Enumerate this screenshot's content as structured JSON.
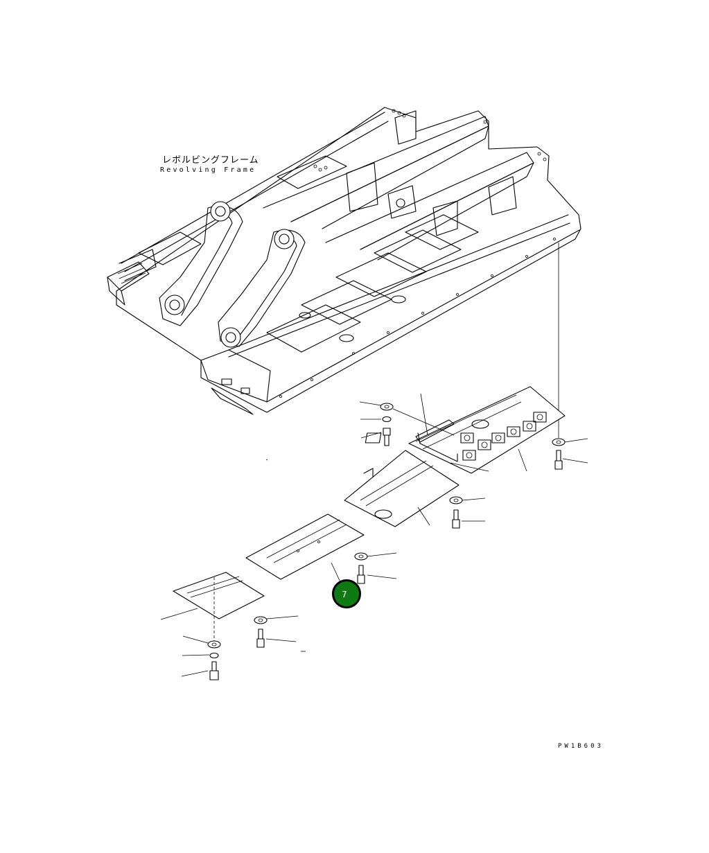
{
  "diagram": {
    "title_ja": "レボルビングフレーム",
    "title_en": "Revolving Frame",
    "drawing_code": "PW1B603",
    "callout": {
      "number": "7",
      "color": "#0f7a12"
    }
  }
}
